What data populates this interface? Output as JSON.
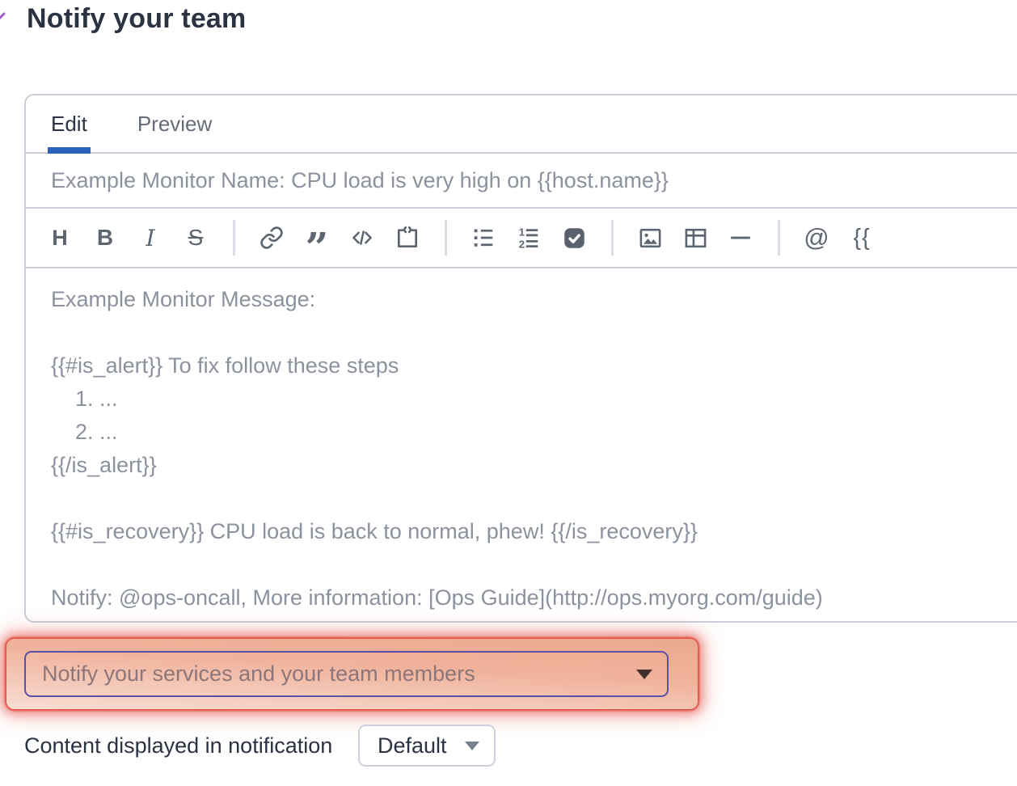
{
  "header": {
    "title": "Notify your team"
  },
  "editor": {
    "tabs": [
      {
        "label": "Edit",
        "active": true
      },
      {
        "label": "Preview",
        "active": false
      }
    ],
    "title_placeholder": "Example Monitor Name: CPU load is very high on {{host.name}}",
    "message_placeholder": "Example Monitor Message:\n\n{{#is_alert}} To fix follow these steps\n    1. ...\n    2. ...\n{{/is_alert}}\n\n{{#is_recovery}} CPU load is back to normal, phew! {{/is_recovery}}\n\nNotify: @ops-oncall, More information: [Ops Guide](http://ops.myorg.com/guide)",
    "toolbar": {
      "heading": "H",
      "bold": "B",
      "italic": "I",
      "strikethrough": "S",
      "quote": "”",
      "mention": "@",
      "template_var": "{{",
      "icons": [
        "heading-icon",
        "bold-icon",
        "italic-icon",
        "strikethrough-icon",
        "link-icon",
        "blockquote-icon",
        "inline-code-icon",
        "code-block-icon",
        "bulleted-list-icon",
        "numbered-list-icon",
        "checklist-icon",
        "image-icon",
        "table-icon",
        "horizontal-rule-icon",
        "mention-icon",
        "template-variable-icon"
      ]
    }
  },
  "notify_dropdown": {
    "value": "Notify your services and your team members"
  },
  "content_row": {
    "label": "Content displayed in notification",
    "value": "Default"
  },
  "colors": {
    "heading_text": "#2b3242",
    "placeholder_text": "#8b929d",
    "panel_border": "#c9ced9",
    "tab_active_underline": "#2b63bb",
    "toolbar_icon": "#5d6571",
    "highlight_fill": "#eca890",
    "highlight_glow": "#e14a3e",
    "notify_select_border": "#5a50a5",
    "section_chevron": "#9a5fc9"
  }
}
